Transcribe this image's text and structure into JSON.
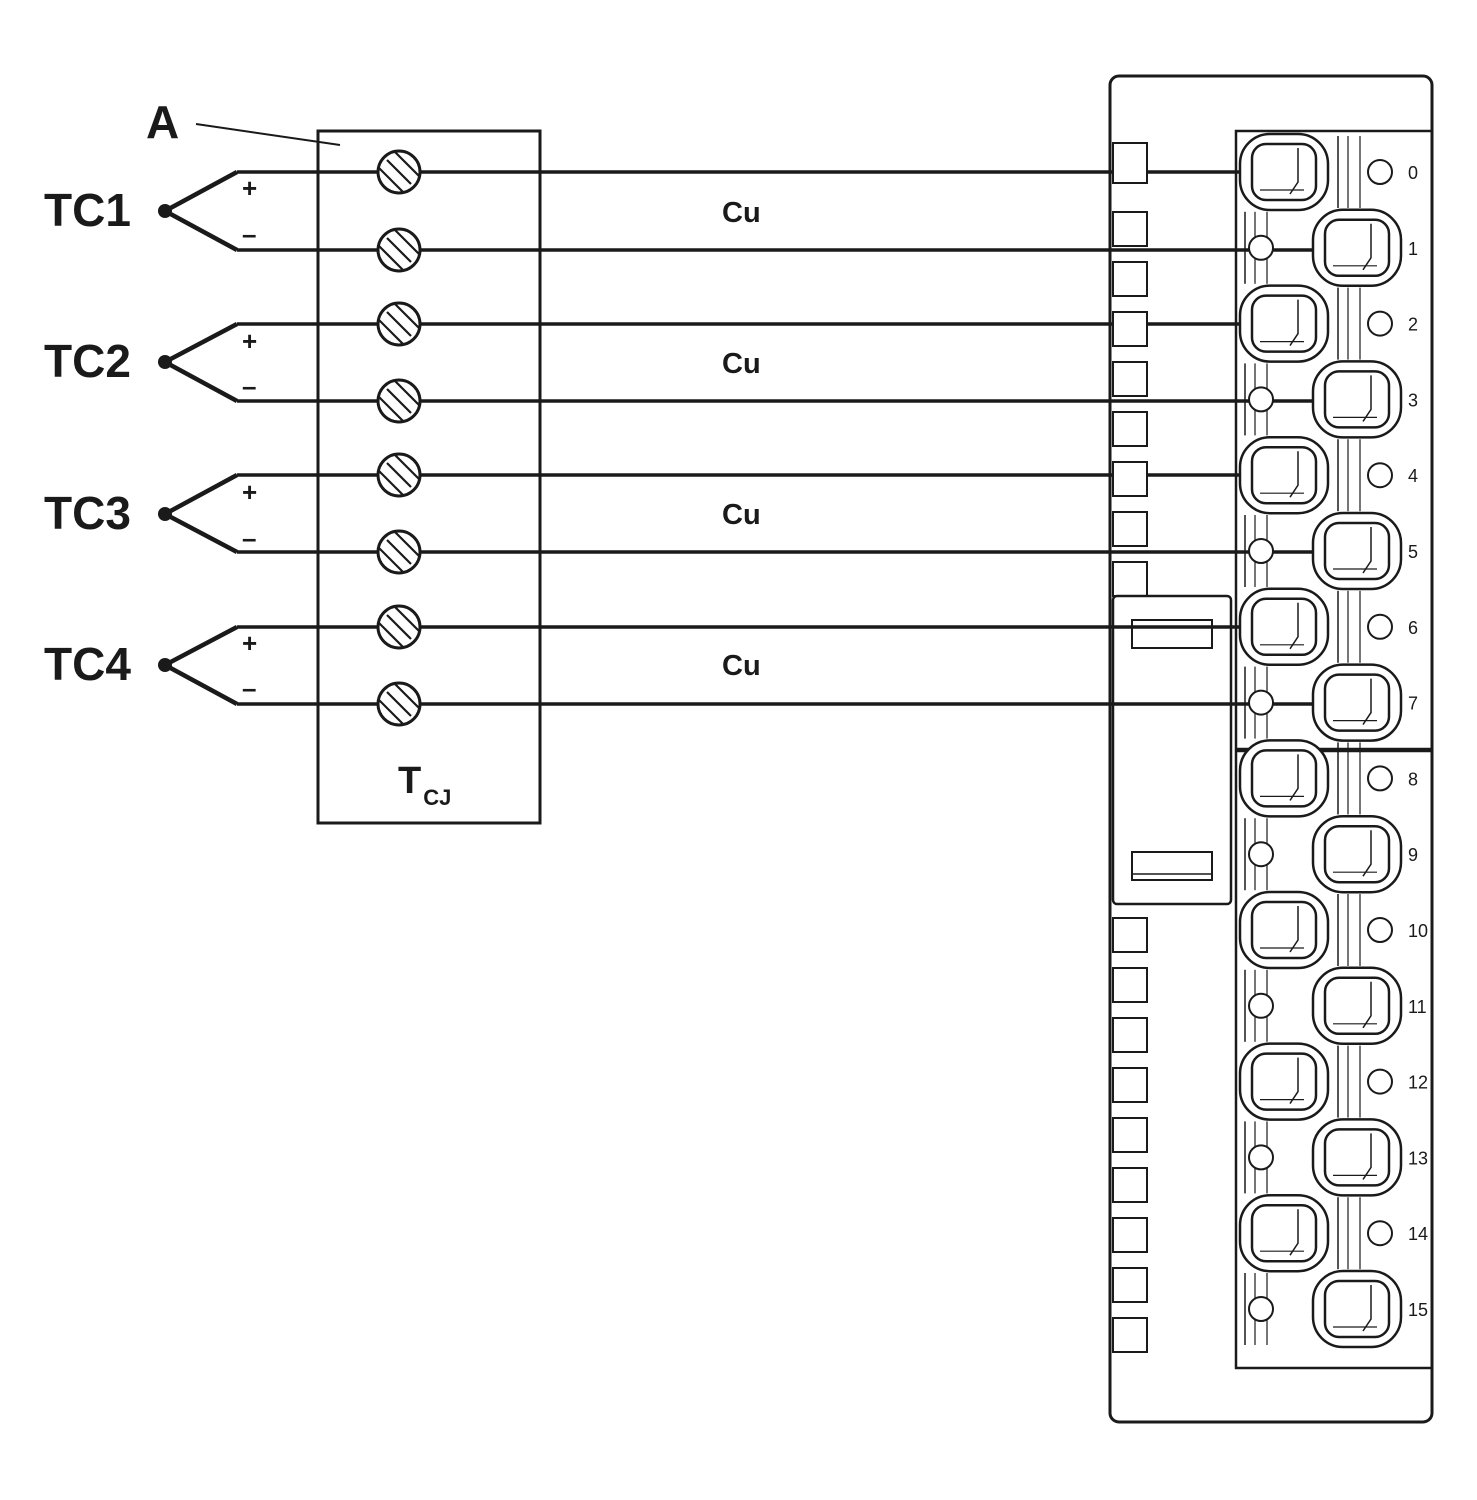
{
  "reference_label": "A",
  "cold_junction": {
    "main": "T",
    "sub": "CJ"
  },
  "thermocouples": [
    {
      "name": "TC1",
      "plus": "+",
      "minus": "–",
      "wire": "Cu"
    },
    {
      "name": "TC2",
      "plus": "+",
      "minus": "–",
      "wire": "Cu"
    },
    {
      "name": "TC3",
      "plus": "+",
      "minus": "–",
      "wire": "Cu"
    },
    {
      "name": "TC4",
      "plus": "+",
      "minus": "–",
      "wire": "Cu"
    }
  ],
  "terminals": [
    "0",
    "1",
    "2",
    "3",
    "4",
    "5",
    "6",
    "7",
    "8",
    "9",
    "10",
    "11",
    "12",
    "13",
    "14",
    "15"
  ]
}
